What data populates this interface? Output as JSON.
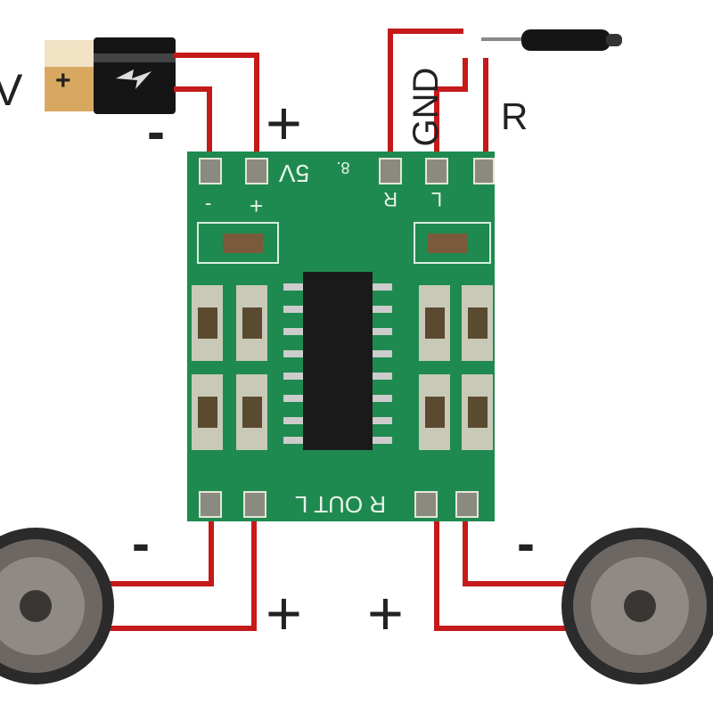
{
  "labels": {
    "voltage_partial": "V",
    "battery_minus": "-",
    "battery_plus": "+",
    "gnd": "GND",
    "right_channel": "R",
    "left_speaker_minus": "-",
    "left_speaker_plus": "+",
    "right_speaker_plus": "+",
    "right_speaker_minus": "-"
  },
  "board": {
    "power_label": "5V",
    "marker": "8.",
    "pin_r": "R",
    "pin_l": "L",
    "out_label": "R OUT L",
    "minus": "-",
    "plus": "+"
  },
  "colors": {
    "wire": "#c41a1a",
    "board": "#1f8a4f",
    "chip": "#1a1a1a"
  }
}
